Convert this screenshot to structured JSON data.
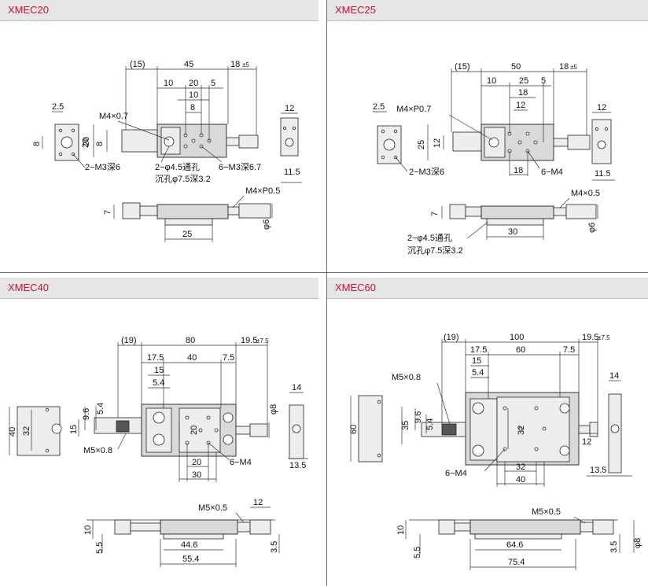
{
  "panels": [
    {
      "title": "XMEC20",
      "labels": {
        "d15": "(15)",
        "d45": "45",
        "d18": "18",
        "d18tol": "±5",
        "d10": "10",
        "d20": "20",
        "d5": "5",
        "d10b": "10",
        "d8": "8",
        "thread": "M4×0.7",
        "d25": "2.5",
        "v8": "8",
        "v20": "20",
        "v20b": "20",
        "v8b": "8",
        "note1": "2−M3深6",
        "note2": "2−φ4.5通孔",
        "note3": "沉孔φ7.5深3.2",
        "note4": "6−M3深6.7",
        "e12": "12",
        "e115": "11.5",
        "thread2": "M4×P0.5",
        "v7": "7",
        "b25": "25",
        "phi6": "φ6"
      }
    },
    {
      "title": "XMEC25",
      "labels": {
        "d15": "(15)",
        "d50": "50",
        "d18": "18",
        "d18tol": "±5",
        "d10": "10",
        "d25": "25",
        "d5": "5",
        "d18b": "18",
        "d12": "12",
        "d25s": "2.5",
        "thread": "M4×P0.7",
        "v12": "12",
        "v25": "25",
        "note1": "2−M3深6",
        "note4": "6−M4",
        "b18": "18",
        "e12": "12",
        "e115": "11.5",
        "thread2": "M4×0.5",
        "v7": "7",
        "note2": "2−φ4.5通孔",
        "note3": "沉孔φ7.5深3.2",
        "b30": "30",
        "phi6": "φ6"
      }
    },
    {
      "title": "XMEC40",
      "labels": {
        "d19": "(19)",
        "d80": "80",
        "d195": "19.5",
        "d195tol": "±7.5",
        "d175": "17.5",
        "d40": "40",
        "d75": "7.5",
        "d15": "15",
        "d54": "5.4",
        "v96": "9.6",
        "v54": "5.4",
        "v15": "15",
        "v40": "40",
        "v32": "32",
        "v20": "20",
        "thread": "M5×0.8",
        "b20": "20",
        "b30": "30",
        "note4": "6−M4",
        "phi8": "φ8",
        "e14": "14",
        "e135": "13.5",
        "thread2": "M5×0.5",
        "d12": "12",
        "v10": "10",
        "v55": "5.5",
        "b446": "44.6",
        "b554": "55.4",
        "v35": "3.5"
      }
    },
    {
      "title": "XMEC60",
      "labels": {
        "d19": "(19)",
        "d100": "100",
        "d195": "19.5",
        "d195tol": "±7.5",
        "d175": "17.5",
        "d60": "60",
        "d75": "7.5",
        "d15": "15",
        "d54": "5.4",
        "thread": "M5×0.8",
        "v60": "60",
        "v35": "35",
        "v96": "9.6",
        "v54": "5.4",
        "v32": "32",
        "note4": "6−M4",
        "b32": "32",
        "b40": "40",
        "d12": "12",
        "e14": "14",
        "e135": "13.5",
        "thread2": "M5×0.5",
        "v10": "10",
        "v55": "5.5",
        "b646": "64.6",
        "b754": "75.4",
        "v35b": "3.5",
        "phi8": "φ8"
      }
    }
  ]
}
